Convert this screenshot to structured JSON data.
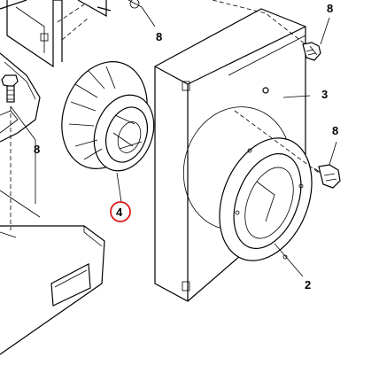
{
  "diagram": {
    "callouts": [
      {
        "id": "c1",
        "text": "8"
      },
      {
        "id": "c2",
        "text": "8"
      },
      {
        "id": "c3",
        "text": "3"
      },
      {
        "id": "c4",
        "text": "8"
      },
      {
        "id": "c5",
        "text": "8"
      },
      {
        "id": "c6",
        "text": "4"
      },
      {
        "id": "c7",
        "text": "2"
      }
    ],
    "highlight_color": "#e0161b"
  }
}
